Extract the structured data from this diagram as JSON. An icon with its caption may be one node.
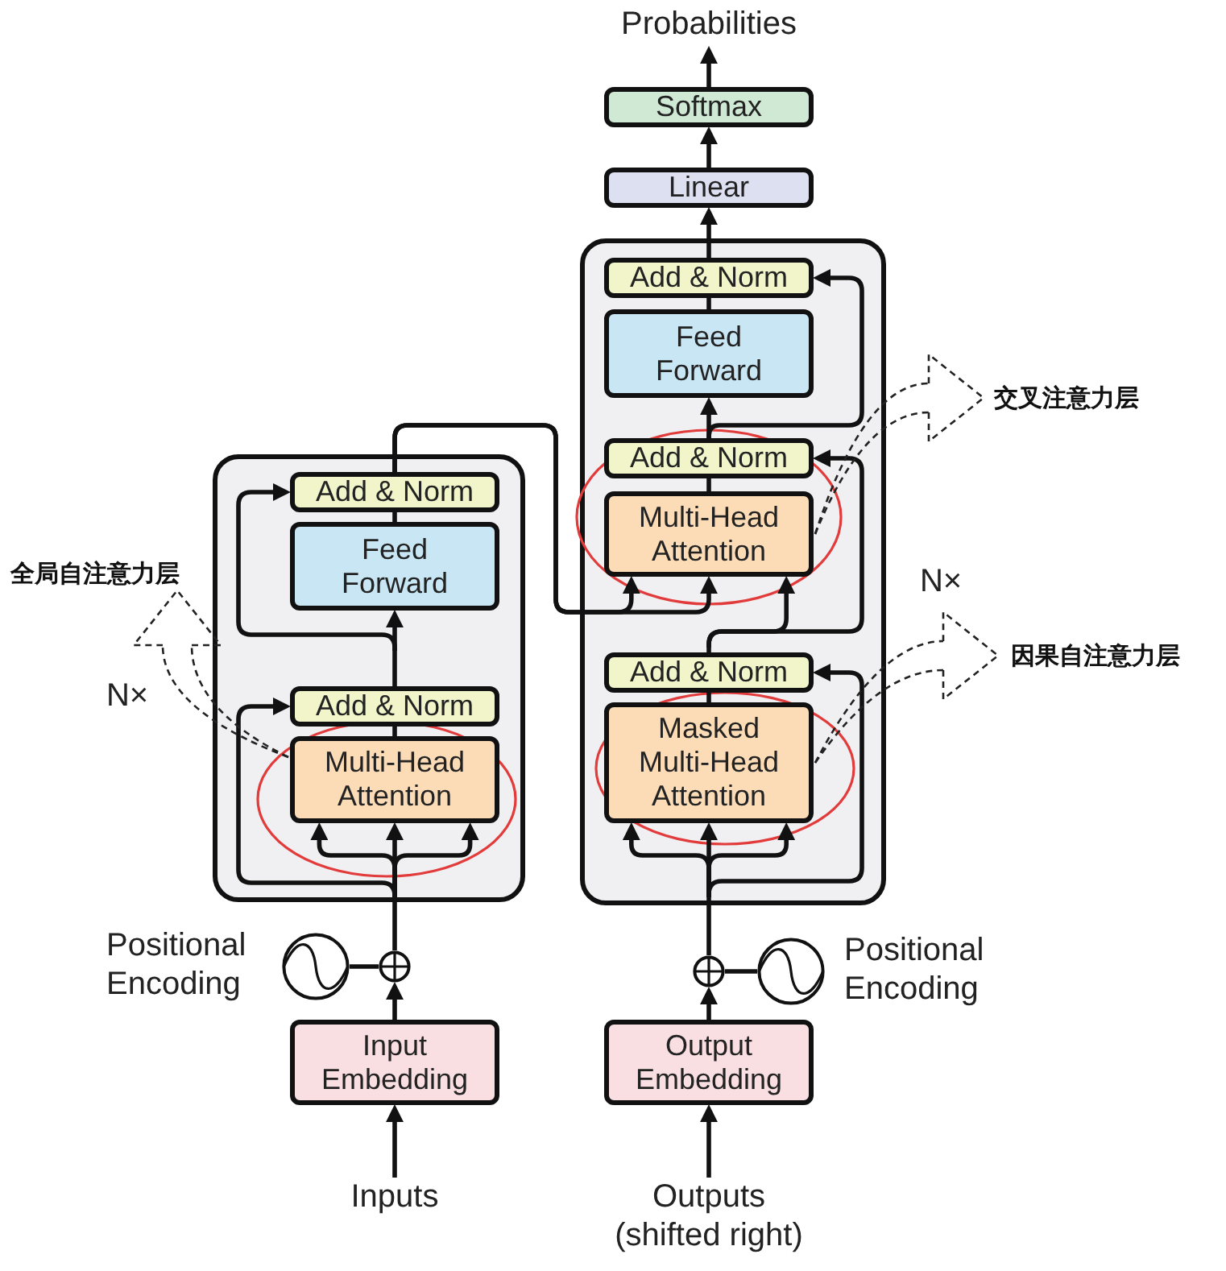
{
  "diagram": {
    "nodes": [
      {
        "text": [
          "Probabilities"
        ]
      },
      {
        "text": [
          "Softmax"
        ]
      },
      {
        "text": [
          "Linear"
        ]
      },
      {
        "text": [],
        "shape": "box",
        "beside": [
          "N×"
        ]
      },
      {
        "text": [
          "Add & Norm"
        ],
        "in": 3
      },
      {
        "text": [
          "Feed Forward"
        ],
        "in": 3
      },
      {
        "text": [
          "Add & Norm"
        ],
        "in": 3
      },
      {
        "text": [
          "Multi-Head Attention"
        ],
        "in": 3
      },
      {
        "text": [
          "Add & Norm"
        ],
        "in": 3
      },
      {
        "text": [
          "Masked Multi-Head Attention"
        ],
        "in": 3
      },
      {
        "text": [],
        "shape": "box",
        "beside": [
          "N×"
        ]
      },
      {
        "text": [
          "Add & Norm"
        ],
        "in": 10
      },
      {
        "text": [
          "Feed Forward"
        ],
        "in": 10
      },
      {
        "text": [
          "Add & Norm"
        ],
        "in": 10
      },
      {
        "text": [
          "Multi-Head Attention"
        ],
        "in": 10
      },
      {
        "text": [],
        "shape": "circle"
      },
      {
        "text": [],
        "shape": "circle",
        "beside": [
          "Positional Encoding"
        ]
      },
      {
        "text": [
          "Input Embedding"
        ]
      },
      {
        "text": [
          "Inputs"
        ]
      },
      {
        "text": [],
        "shape": "circle"
      },
      {
        "text": [],
        "shape": "circle",
        "beside": [
          "Positional Encoding"
        ]
      },
      {
        "text": [
          "Output Embedding"
        ]
      },
      {
        "text": [
          "Outputs (shifted right)"
        ]
      },
      {
        "text": [
          "全局自注意力层"
        ]
      },
      {
        "text": [
          "交叉注意力层"
        ]
      },
      {
        "text": [
          "因果自注意力层"
        ]
      }
    ],
    "edges": [
      {
        "from": 18,
        "to": 17,
        "arrow": "to"
      },
      {
        "from": 17,
        "to": 15,
        "arrow": "to"
      },
      {
        "from": 16,
        "to": 15,
        "arrow": "none"
      },
      {
        "from": 15,
        "to": 14,
        "arrow": "to"
      },
      {
        "from": 15,
        "to": 13,
        "arrow": "to"
      },
      {
        "from": 14,
        "to": 13,
        "arrow": "none"
      },
      {
        "from": 13,
        "to": 12,
        "arrow": "to"
      },
      {
        "from": 13,
        "to": 11,
        "arrow": "to"
      },
      {
        "from": 12,
        "to": 11,
        "arrow": "none"
      },
      {
        "from": 11,
        "to": 7,
        "arrow": "to"
      },
      {
        "from": 22,
        "to": 21,
        "arrow": "to"
      },
      {
        "from": 21,
        "to": 19,
        "arrow": "to"
      },
      {
        "from": 20,
        "to": 19,
        "arrow": "none"
      },
      {
        "from": 19,
        "to": 9,
        "arrow": "to"
      },
      {
        "from": 19,
        "to": 8,
        "arrow": "to"
      },
      {
        "from": 9,
        "to": 8,
        "arrow": "none"
      },
      {
        "from": 8,
        "to": 7,
        "arrow": "to"
      },
      {
        "from": 8,
        "to": 6,
        "arrow": "to"
      },
      {
        "from": 7,
        "to": 6,
        "arrow": "none"
      },
      {
        "from": 6,
        "to": 5,
        "arrow": "to"
      },
      {
        "from": 6,
        "to": 4,
        "arrow": "to"
      },
      {
        "from": 5,
        "to": 4,
        "arrow": "none"
      },
      {
        "from": 4,
        "to": 2,
        "arrow": "to"
      },
      {
        "from": 2,
        "to": 1,
        "arrow": "to"
      },
      {
        "from": 1,
        "to": 0,
        "arrow": "to"
      },
      {
        "from": 14,
        "to": 23,
        "arrow": "to",
        "style": "dashed"
      },
      {
        "from": 7,
        "to": 24,
        "arrow": "to",
        "style": "dashed"
      },
      {
        "from": 9,
        "to": 25,
        "arrow": "to",
        "style": "dashed"
      }
    ]
  }
}
